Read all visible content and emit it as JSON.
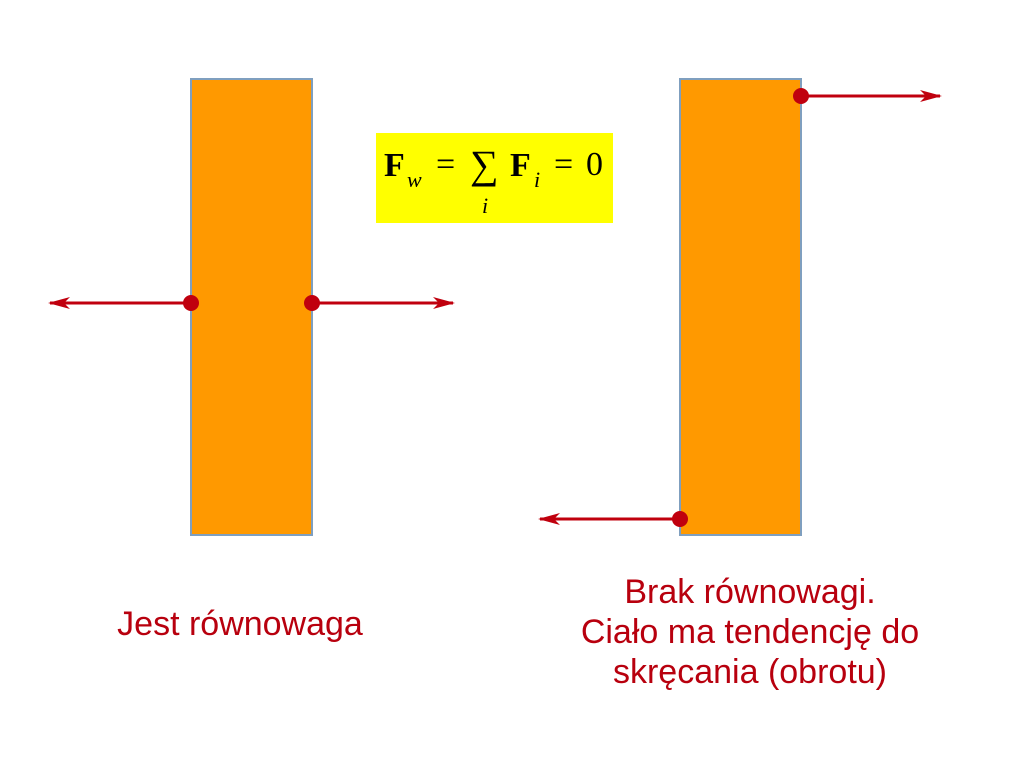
{
  "formula": {
    "F_bold": "F",
    "w_sub": "w",
    "equals1": "=",
    "sigma": "∑",
    "i_sub_sigma": "i",
    "F_bold2": "F",
    "i_sub": "i",
    "equals2": "=",
    "zero": "0"
  },
  "captions": {
    "left": "Jest równowaga",
    "right_line1": "Brak równowagi.",
    "right_line2": "Ciało ma tendencję do",
    "right_line3": "skręcania (obrotu)"
  },
  "colors": {
    "bar_fill": "#ff9900",
    "bar_stroke": "#7f9fbf",
    "arrow": "#c0000e",
    "dot": "#c0000e",
    "formula_bg": "#ffff00",
    "caption_text": "#b8000e"
  }
}
